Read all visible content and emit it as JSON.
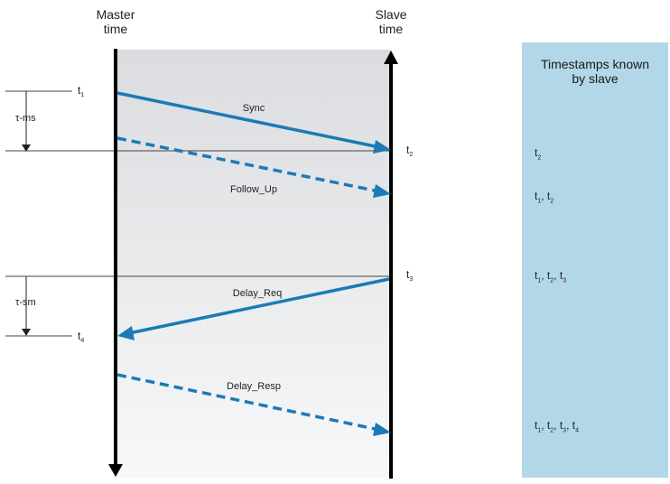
{
  "headers": {
    "master": "Master\ntime",
    "slave": "Slave\ntime"
  },
  "messages": [
    {
      "label": "Sync",
      "style": "solid",
      "direction": "master-to-slave"
    },
    {
      "label": "Follow_Up",
      "style": "dashed",
      "direction": "master-to-slave"
    },
    {
      "label": "Delay_Req",
      "style": "solid",
      "direction": "slave-to-master"
    },
    {
      "label": "Delay_Resp",
      "style": "dashed",
      "direction": "master-to-slave"
    }
  ],
  "time_labels": [
    {
      "base": "t",
      "sub": "1"
    },
    {
      "base": "t",
      "sub": "2"
    },
    {
      "base": "t",
      "sub": "3"
    },
    {
      "base": "t",
      "sub": "4"
    }
  ],
  "intervals": [
    {
      "label": "τ-ms"
    },
    {
      "label": "τ-sm"
    }
  ],
  "panel": {
    "title": "Timestamps known\nby slave",
    "rows": [
      [
        {
          "base": "t",
          "sub": "2"
        }
      ],
      [
        {
          "base": "t",
          "sub": "1"
        },
        {
          "base": "t",
          "sub": "2"
        }
      ],
      [
        {
          "base": "t",
          "sub": "1"
        },
        {
          "base": "t",
          "sub": "2"
        },
        {
          "base": "t",
          "sub": "3"
        }
      ],
      [
        {
          "base": "t",
          "sub": "1"
        },
        {
          "base": "t",
          "sub": "2"
        },
        {
          "base": "t",
          "sub": "3"
        },
        {
          "base": "t",
          "sub": "4"
        }
      ]
    ]
  },
  "colors": {
    "arrow": "#1b7ab7",
    "timeline": "#000000",
    "panel": "#b2d7e8"
  }
}
